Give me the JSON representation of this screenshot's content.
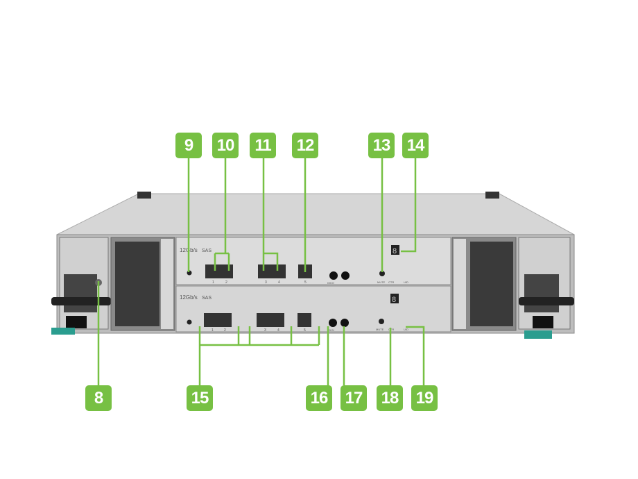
{
  "callouts": {
    "top": [
      "9",
      "10",
      "11",
      "12",
      "13",
      "14"
    ],
    "bottom": [
      "8",
      "15",
      "16",
      "17",
      "18",
      "19"
    ]
  },
  "panel": {
    "speed": "12Gb/s",
    "sas": "SAS",
    "ports": [
      "1",
      "2",
      "3",
      "4",
      "5"
    ],
    "console": "IOIOI",
    "mute": "MUTE",
    "ctr": "CTR",
    "uid": "UID",
    "display_digit": "8"
  },
  "colors": {
    "callout": "#77c043",
    "chassis": "#c9c9c9"
  }
}
